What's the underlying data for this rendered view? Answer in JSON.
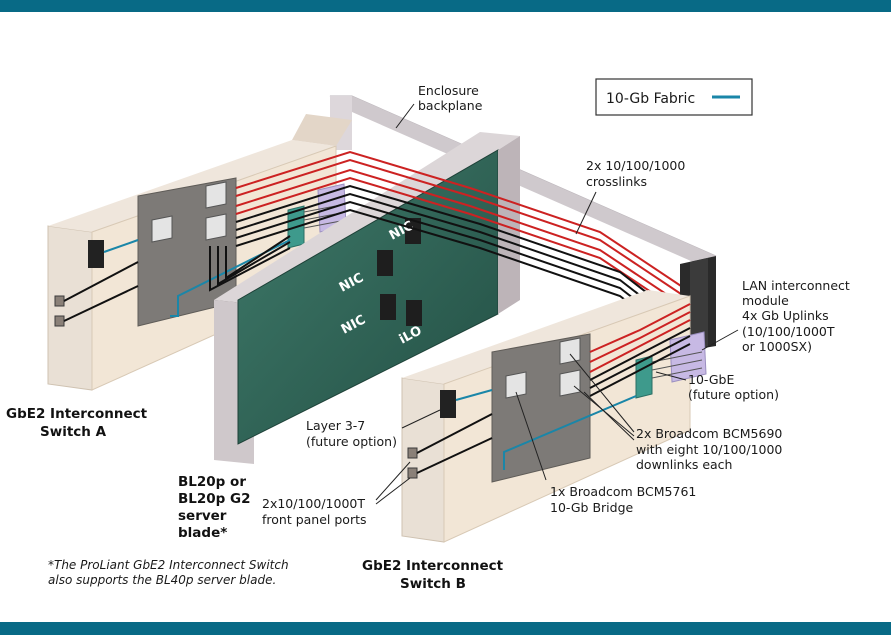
{
  "legend": {
    "label": "10-Gb Fabric",
    "line_color": "#1a86a8"
  },
  "labels": {
    "enclosure_1": "Enclosure",
    "enclosure_2": "backplane",
    "crosslinks_1": "2x 10/100/1000",
    "crosslinks_2": "crosslinks",
    "lan_1": "LAN interconnect",
    "lan_2": "module",
    "lan_3": "4x Gb Uplinks",
    "lan_4": "(10/100/1000T",
    "lan_5": "or 1000SX)",
    "gbe10_1": "10-GbE",
    "gbe10_2": "(future option)",
    "layer_1": "Layer 3-7",
    "layer_2": "(future option)",
    "bcm5690_1": "2x Broadcom BCM5690",
    "bcm5690_2": "with eight 10/100/1000",
    "bcm5690_3": "downlinks each",
    "bcm5761_1": "1x Broadcom BCM5761",
    "bcm5761_2": "10-Gb Bridge",
    "ports_1": "2x10/100/1000T",
    "ports_2": "front panel ports",
    "switch_a_1": "GbE2 Interconnect",
    "switch_a_2": "Switch A",
    "switch_b_1": "GbE2 Interconnect",
    "switch_b_2": "Switch B",
    "blade_1": "BL20p or",
    "blade_2": "BL20p G2",
    "blade_3": "server",
    "blade_4": "blade*",
    "footnote_1": "*The ProLiant GbE2 Interconnect Switch",
    "footnote_2": "also supports the BL40p server blade."
  },
  "chips": {
    "nic_1": "NIC",
    "nic_2": "NIC",
    "nic_3": "NIC",
    "ilo": "iLO"
  },
  "colors": {
    "band": "#086a86",
    "switch_body": "#f1e4d2",
    "pcb": "#7f7c78",
    "blade_board": "#2f6a5c",
    "crosslink": "#cc2222",
    "fabric": "#1a86a8",
    "lan_module": "#c9b9e6"
  }
}
